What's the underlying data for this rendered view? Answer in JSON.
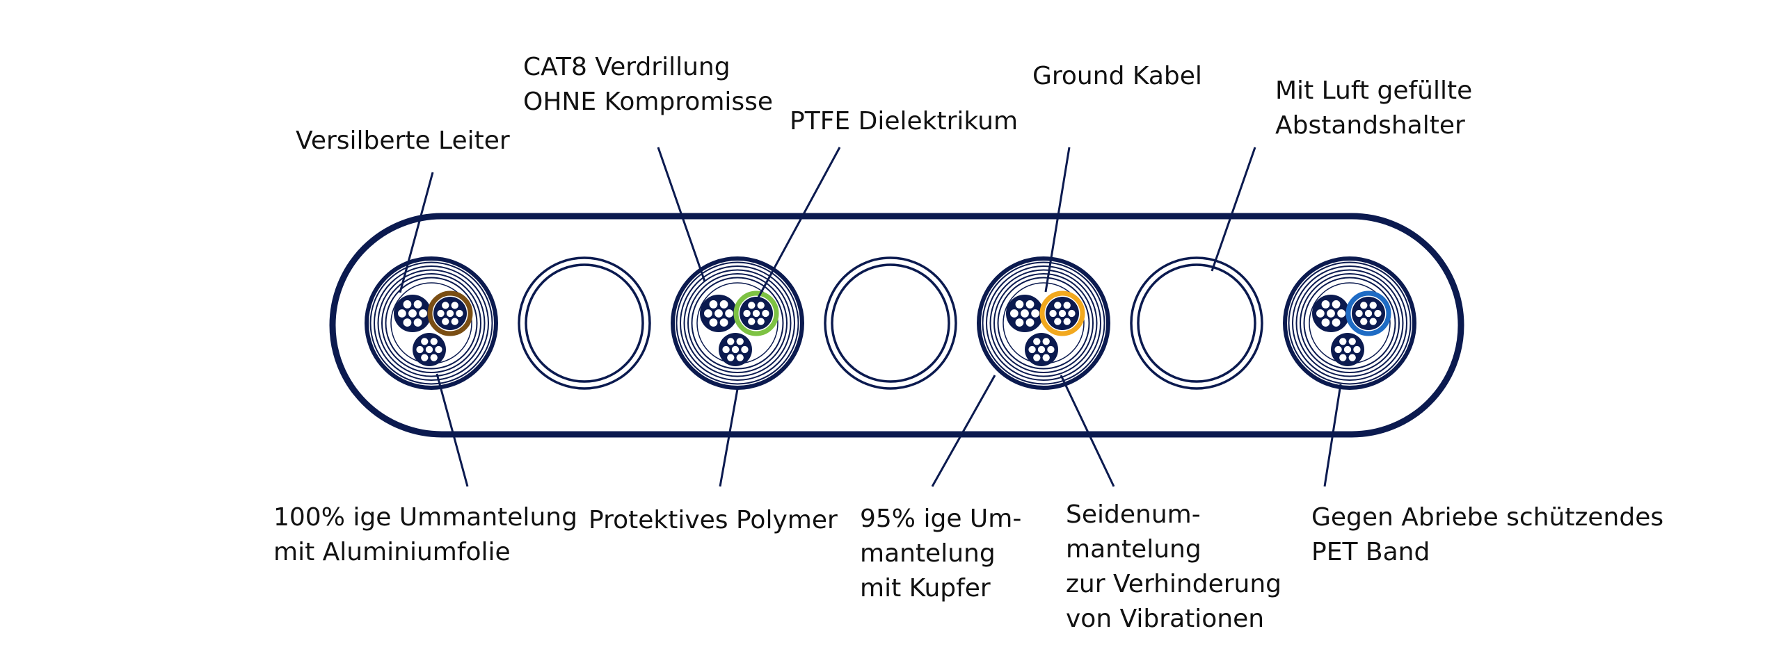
{
  "colors": {
    "navy": "#0b1a4f",
    "white": "#ffffff",
    "pair_colors": [
      "#7a4e14",
      "#7dc243",
      "#f2a81e",
      "#1e6bc4"
    ]
  },
  "pairs": [
    {
      "accent": "brown"
    },
    {
      "accent": "green"
    },
    {
      "accent": "orange"
    },
    {
      "accent": "blue"
    }
  ],
  "spacers": [
    {},
    {},
    {}
  ],
  "labels": {
    "versilberte": {
      "lines": [
        "Versilberte Leiter"
      ]
    },
    "cat8": {
      "lines": [
        "CAT8 Verdrillung",
        "OHNE Kompromisse"
      ]
    },
    "ptfe": {
      "lines": [
        "PTFE Dielektrikum"
      ]
    },
    "ground": {
      "lines": [
        "Ground Kabel"
      ]
    },
    "luft": {
      "lines": [
        "Mit Luft gefüllte",
        "Abstandshalter"
      ]
    },
    "alu": {
      "lines": [
        "100% ige Ummantelung",
        "mit Aluminiumfolie"
      ]
    },
    "polymer": {
      "lines": [
        "Protektives Polymer"
      ]
    },
    "kupfer": {
      "lines": [
        "95% ige Um-",
        "mantelung",
        "mit Kupfer"
      ]
    },
    "seide": {
      "lines": [
        "Seidenum-",
        "mantelung",
        "zur Verhinderung",
        "von Vibrationen"
      ]
    },
    "pet": {
      "lines": [
        "Gegen Abriebe schützendes",
        "PET Band"
      ]
    }
  }
}
